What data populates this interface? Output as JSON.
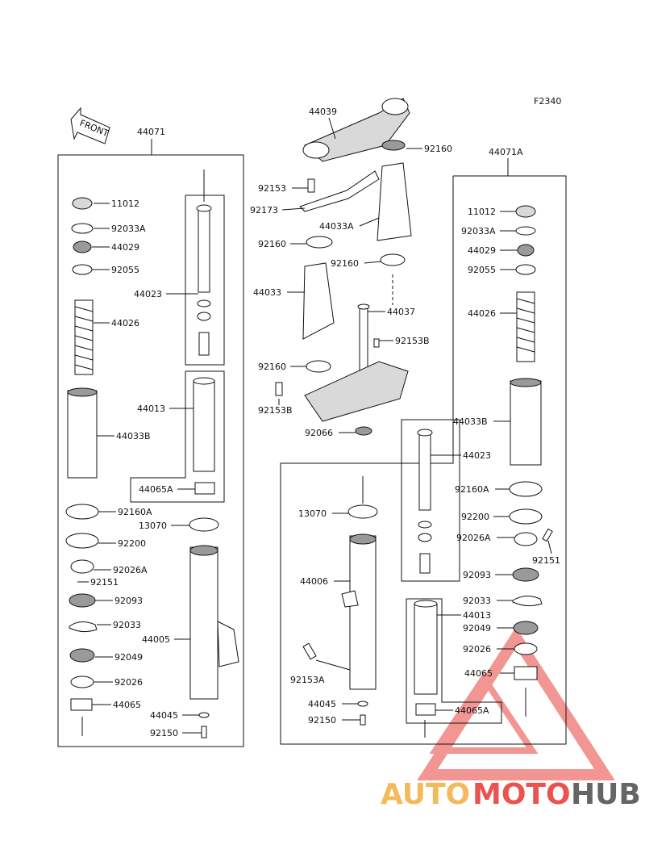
{
  "figure_code": "F2340",
  "front_arrow": "FRONT",
  "left_assembly": {
    "assembly": "44071",
    "parts": [
      "11012",
      "92033A",
      "44029",
      "92055",
      "44023",
      "44026",
      "44013",
      "44033B",
      "44065A",
      "92160A",
      "13070",
      "92200",
      "92026A",
      "92151",
      "92093",
      "92033",
      "44005",
      "92049",
      "92026",
      "44065",
      "44045",
      "92150"
    ]
  },
  "center_assembly": {
    "parts": [
      "44039",
      "92160",
      "92153",
      "92173",
      "44033A",
      "92160",
      "92160",
      "44033",
      "44037",
      "92153B",
      "92160",
      "92153B",
      "92066"
    ]
  },
  "right_assembly": {
    "assembly": "44071A",
    "parts": [
      "11012",
      "92033A",
      "44029",
      "92055",
      "44026",
      "44033B",
      "44023",
      "92160A",
      "13070",
      "92200",
      "92026A",
      "92151",
      "44006",
      "92093",
      "92033",
      "44013",
      "92049",
      "92026",
      "92153A",
      "44065",
      "44045",
      "44065A",
      "92150"
    ]
  },
  "watermark": {
    "part1": "AUTO",
    "part2": "MOTO",
    "part3": "HUB"
  },
  "colors": {
    "watermark_red": "#e8413c",
    "watermark_orange": "#f2b34a",
    "watermark_gray": "#555555"
  }
}
